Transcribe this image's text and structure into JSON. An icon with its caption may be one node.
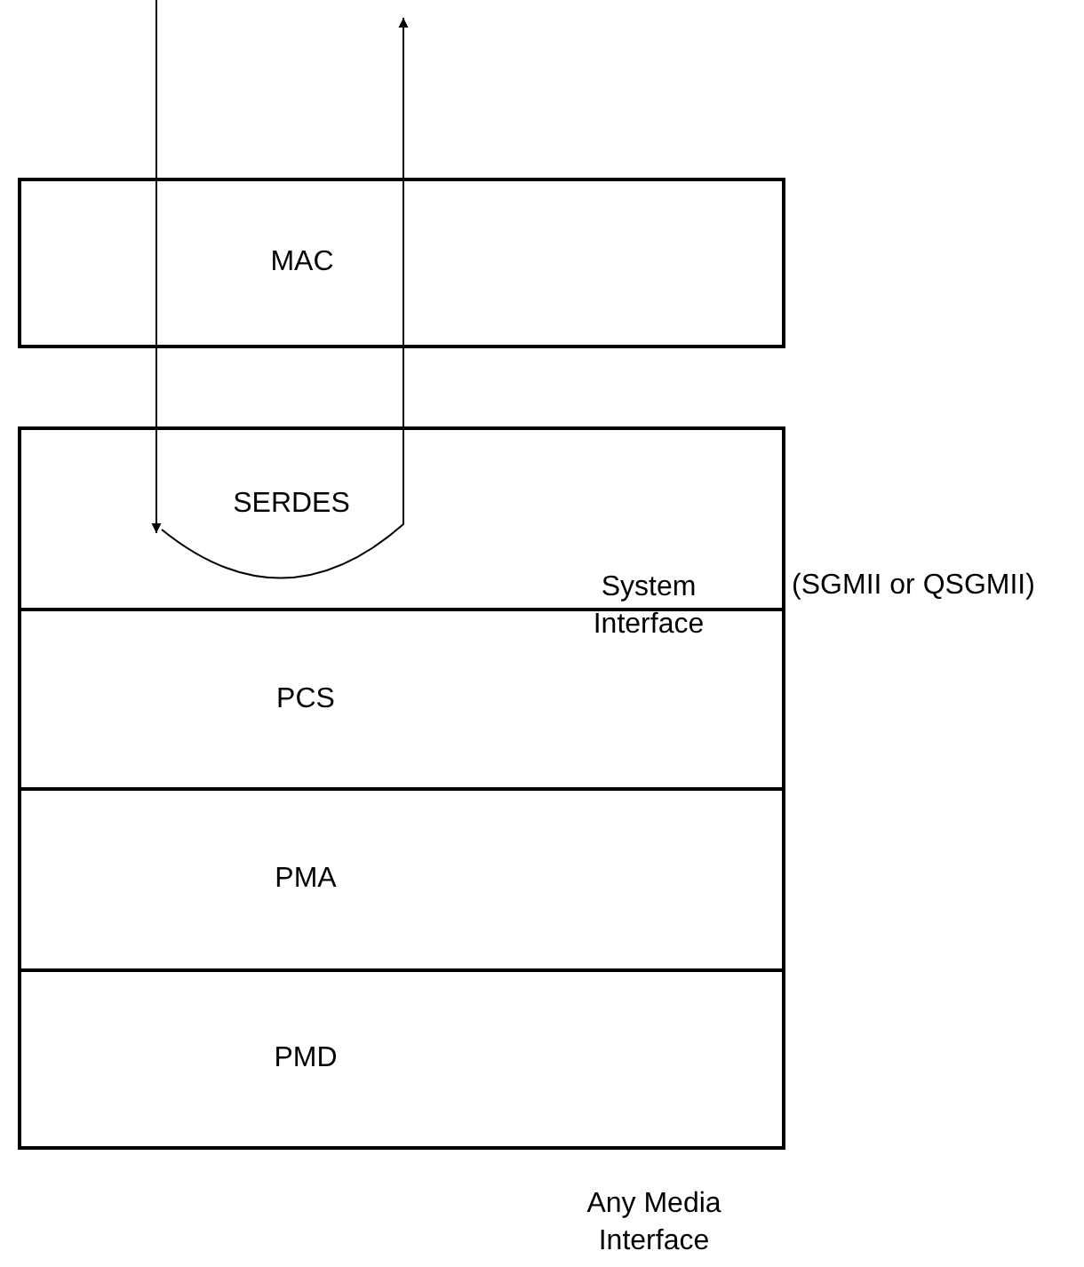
{
  "diagram": {
    "nodes": [
      {
        "text": [
          "MAC"
        ]
      },
      {
        "text": [
          "SERDES"
        ]
      },
      {
        "text": [
          "PCS"
        ]
      },
      {
        "text": [
          "PMA"
        ]
      },
      {
        "text": [
          "PMD"
        ]
      }
    ],
    "edges": [
      {
        "from": null,
        "to": 1,
        "arrow": "to"
      },
      {
        "from": 1,
        "to": null,
        "arrow": "to"
      }
    ],
    "labels": [
      "System Interface",
      "(SGMII or QSGMII)",
      "Any Media Interface"
    ]
  }
}
